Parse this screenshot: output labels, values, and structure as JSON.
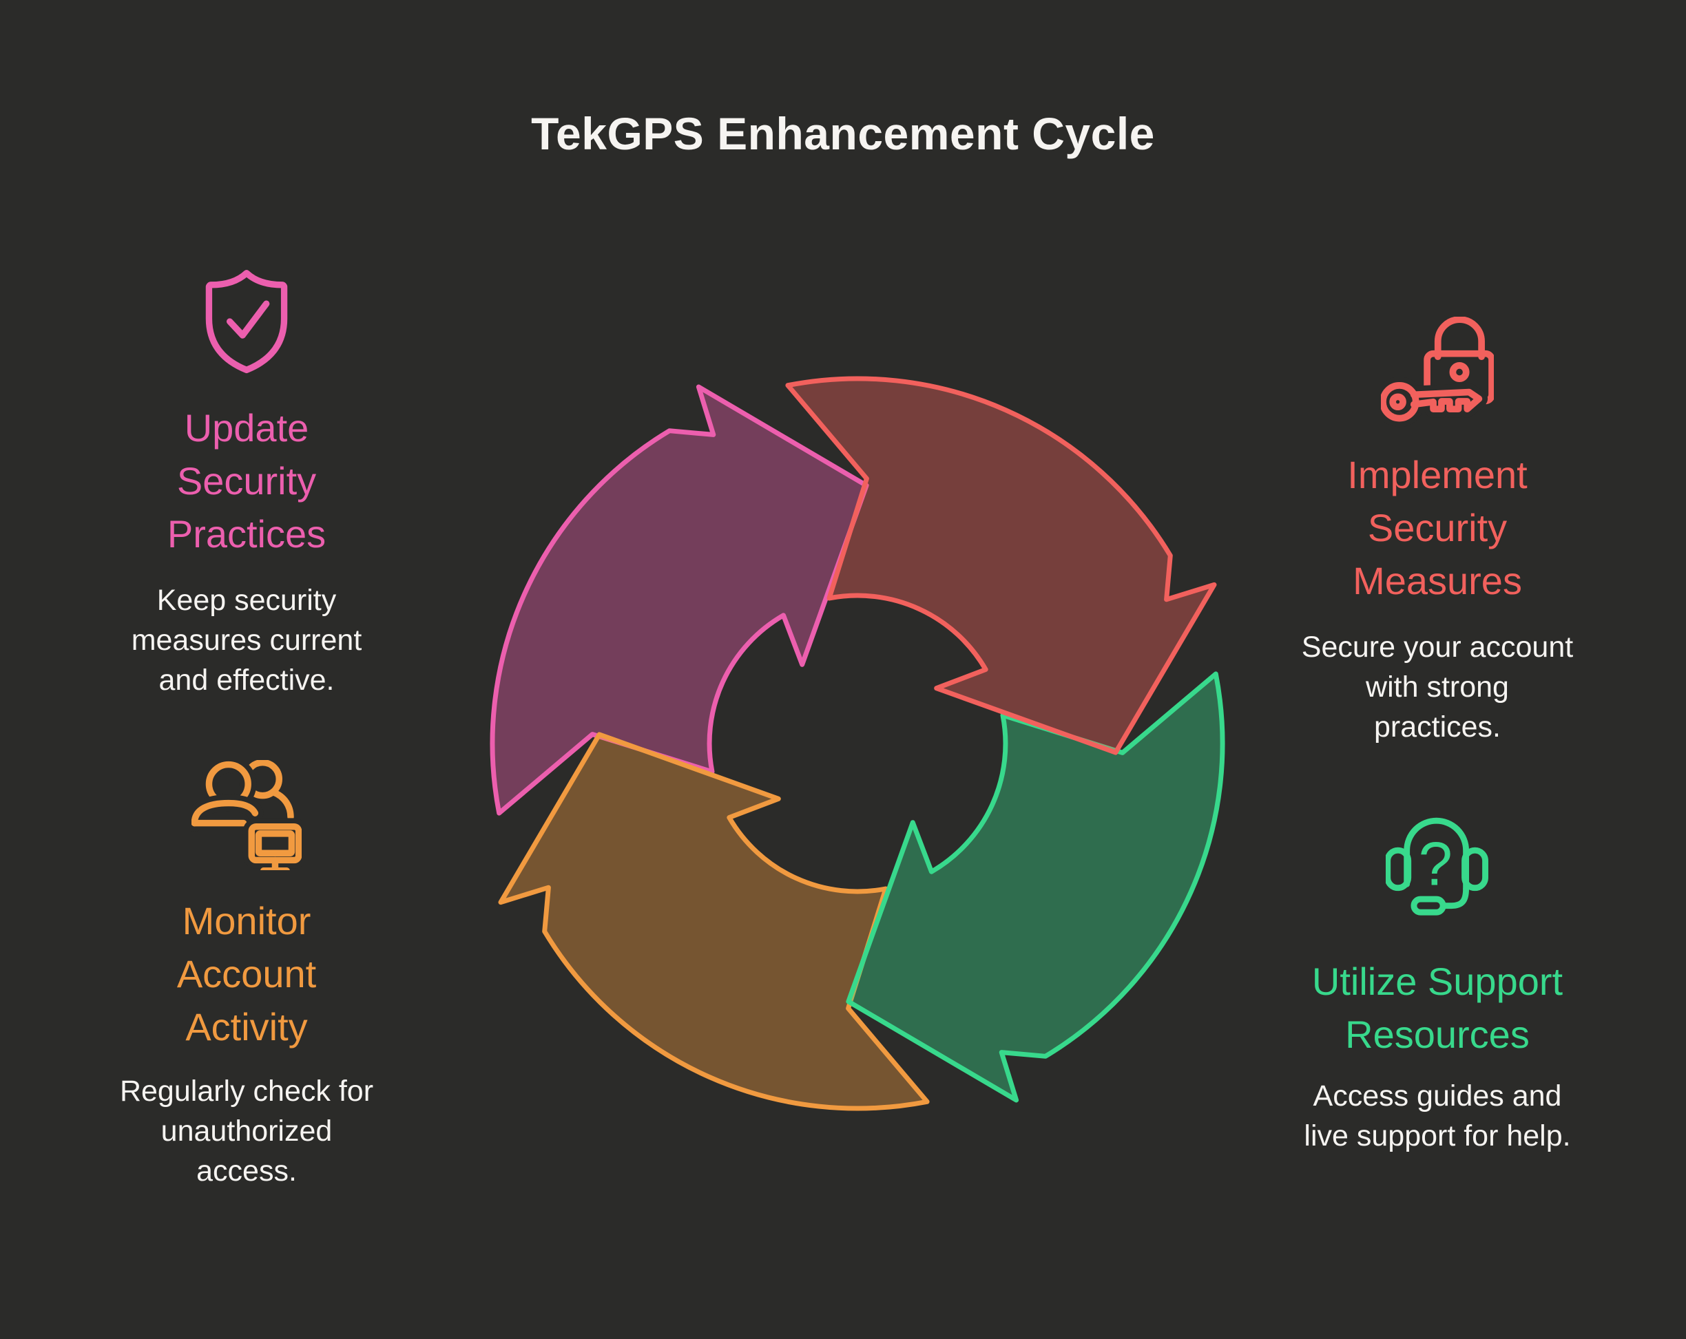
{
  "title": "TekGPS Enhancement Cycle",
  "colors": {
    "background": "#2b2b29",
    "text": "#f6f4f1",
    "pink": "#ec5fae",
    "red": "#f2615d",
    "green": "#38d98c",
    "orange": "#f19a40"
  },
  "cycle": {
    "type": "cycle-diagram",
    "direction": "clockwise",
    "segments": [
      "pink",
      "red",
      "green",
      "orange"
    ]
  },
  "steps": [
    {
      "id": "update-security-practices",
      "icon": "shield-check-icon",
      "color_key": "pink",
      "title": "Update Security Practices",
      "title_lines": [
        "Update",
        "Security",
        "Practices"
      ],
      "desc": "Keep security measures current and effective.",
      "desc_lines": [
        "Keep security",
        "measures current",
        "and effective."
      ]
    },
    {
      "id": "implement-security-measures",
      "icon": "lock-key-icon",
      "color_key": "red",
      "title": "Implement Security Measures",
      "title_lines": [
        "Implement",
        "Security",
        "Measures"
      ],
      "desc": "Secure your account with strong practices.",
      "desc_lines": [
        "Secure your account",
        "with strong",
        "practices."
      ]
    },
    {
      "id": "monitor-account-activity",
      "icon": "users-monitor-icon",
      "color_key": "orange",
      "title": "Monitor Account Activity",
      "title_lines": [
        "Monitor",
        "Account",
        "Activity"
      ],
      "desc": "Regularly check for unauthorized access.",
      "desc_lines": [
        "Regularly check for",
        "unauthorized",
        "access."
      ]
    },
    {
      "id": "utilize-support-resources",
      "icon": "headset-icon",
      "color_key": "green",
      "title": "Utilize Support Resources",
      "title_lines": [
        "Utilize Support",
        "Resources"
      ],
      "desc": "Access guides and live support for help.",
      "desc_lines": [
        "Access guides and",
        "live support for help."
      ]
    }
  ]
}
